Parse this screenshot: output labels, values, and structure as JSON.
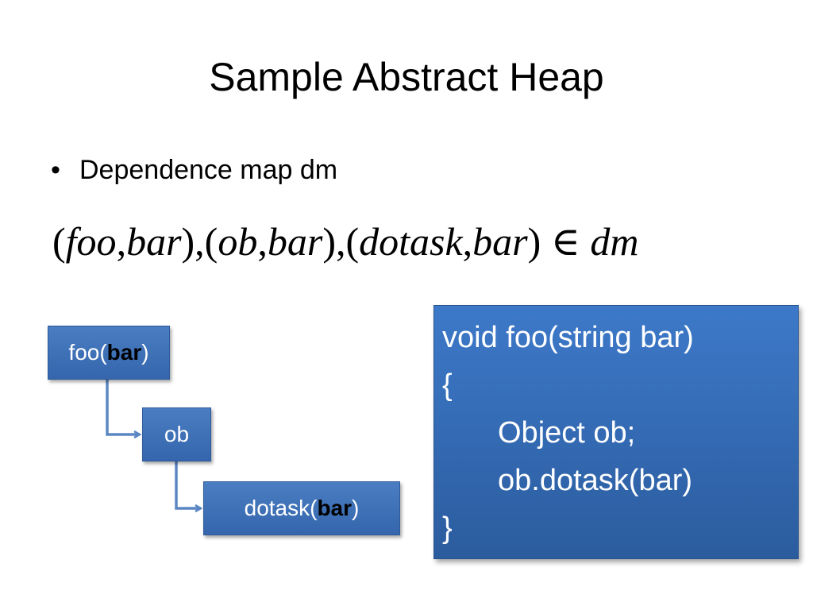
{
  "slide": {
    "title": "Sample Abstract Heap",
    "bullet": {
      "symbol": "•",
      "text": "Dependence map dm"
    },
    "formula": {
      "parts": [
        {
          "t": "(",
          "i": false
        },
        {
          "t": "foo",
          "i": true
        },
        {
          "t": ",",
          "i": false
        },
        {
          "t": "bar",
          "i": true
        },
        {
          "t": "),(",
          "i": false
        },
        {
          "t": "ob",
          "i": true
        },
        {
          "t": ",",
          "i": false
        },
        {
          "t": "bar",
          "i": true
        },
        {
          "t": "),(",
          "i": false
        },
        {
          "t": "dotask",
          "i": true
        },
        {
          "t": ",",
          "i": false
        },
        {
          "t": "bar",
          "i": true
        },
        {
          "t": ") ∈ ",
          "i": false
        },
        {
          "t": "dm",
          "i": true
        }
      ]
    },
    "nodes": {
      "foo": {
        "prefix": "foo(",
        "bold": "bar",
        "suffix": ")"
      },
      "ob": {
        "label": "ob"
      },
      "dotask": {
        "prefix": "dotask(",
        "bold": "bar",
        "suffix": ")"
      }
    },
    "code": {
      "lines": [
        "void foo(string bar)",
        "{",
        "Object ob;",
        "ob.dotask(bar)",
        "}"
      ]
    },
    "colors": {
      "node_fill": "#3f72b8",
      "arrow": "#5a87c4",
      "code_fill": "#3469b0"
    }
  }
}
